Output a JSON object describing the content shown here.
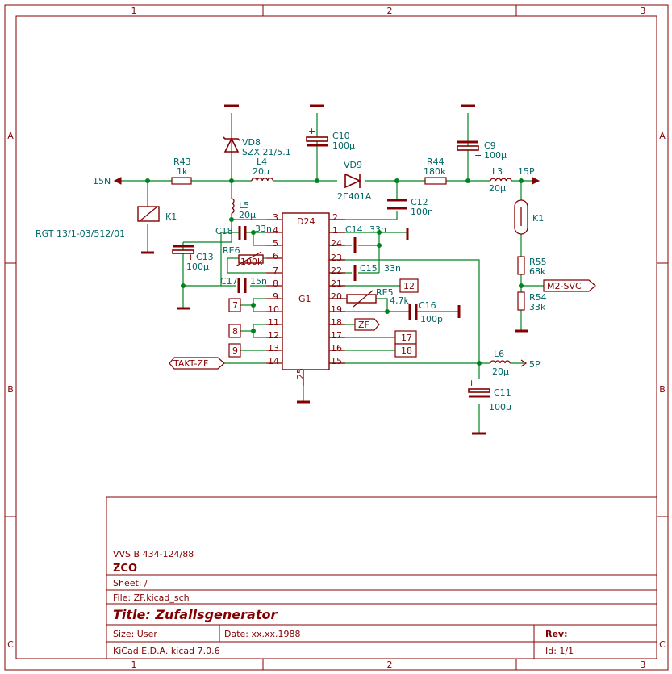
{
  "frame": {
    "columns": [
      "1",
      "2",
      "3"
    ],
    "rows": [
      "A",
      "B",
      "C"
    ]
  },
  "title_block": {
    "company": "VVS B 434-124/88",
    "comment": "ZCO",
    "sheet": "Sheet: /",
    "file": "File: ZF.kicad_sch",
    "title": "Title: Zufallsgenerator",
    "size": "Size: User",
    "date": "Date: xx.xx.1988",
    "rev": "Rev:",
    "tool": "KiCad E.D.A.  kicad 7.0.6",
    "id": "Id: 1/1"
  },
  "ic": {
    "ref": "D24",
    "value": "G1",
    "left_pins": [
      "3",
      "4",
      "5",
      "6",
      "7",
      "8",
      "9",
      "10",
      "11",
      "12",
      "13",
      "14"
    ],
    "right_pins": [
      "2",
      "1",
      "24",
      "23",
      "22",
      "21",
      "20",
      "19",
      "18",
      "17",
      "16",
      "15"
    ],
    "bottom_pin": "25"
  },
  "components": {
    "vd8_ref": "VD8",
    "vd8_val": "SZX 21/5.1",
    "c10_ref": "C10",
    "c10_val": "100µ",
    "c9_ref": "C9",
    "c9_val": "100µ",
    "r43_ref": "R43",
    "r43_val": "1k",
    "l4_ref": "L4",
    "l4_val": "20µ",
    "vd9_ref": "VD9",
    "vd9_val": "2Г401A",
    "r44_ref": "R44",
    "r44_val": "180k",
    "l3_ref": "L3",
    "l3_val": "20µ",
    "c12_ref": "C12",
    "c12_val": "100n",
    "l5_ref": "L5",
    "l5_val": "20µ",
    "k1_ref": "K1",
    "k1_val": "RGT 13/1-03/512/01",
    "k1b_ref": "K1",
    "c13_ref": "C13",
    "c13_val": "100µ",
    "c18_ref": "C18",
    "c18_val": "33n",
    "re6_ref": "RE6",
    "re6_val": "100k",
    "c17_ref": "C17",
    "c17_val": "15n",
    "c14_ref": "C14",
    "c14_val": "33n",
    "c15_ref": "C15",
    "c15_val": "33n",
    "re5_ref": "RE5",
    "re5_val": "4,7k",
    "c16_ref": "C16",
    "c16_val": "100p",
    "r55_ref": "R55",
    "r55_val": "68k",
    "r54_ref": "R54",
    "r54_val": "33k",
    "l6_ref": "L6",
    "l6_val": "20µ",
    "c11_ref": "C11",
    "c11_val": "100µ"
  },
  "nets": {
    "n15n": "15N",
    "n15p": "15P",
    "n5p": "5P",
    "m2svc": "M2-SVC",
    "zf": "ZF",
    "takt": "TAKT-ZF"
  },
  "sheet_pins": {
    "p7": "7",
    "p8": "8",
    "p9": "9",
    "p12": "12",
    "p17": "17",
    "p18": "18"
  }
}
